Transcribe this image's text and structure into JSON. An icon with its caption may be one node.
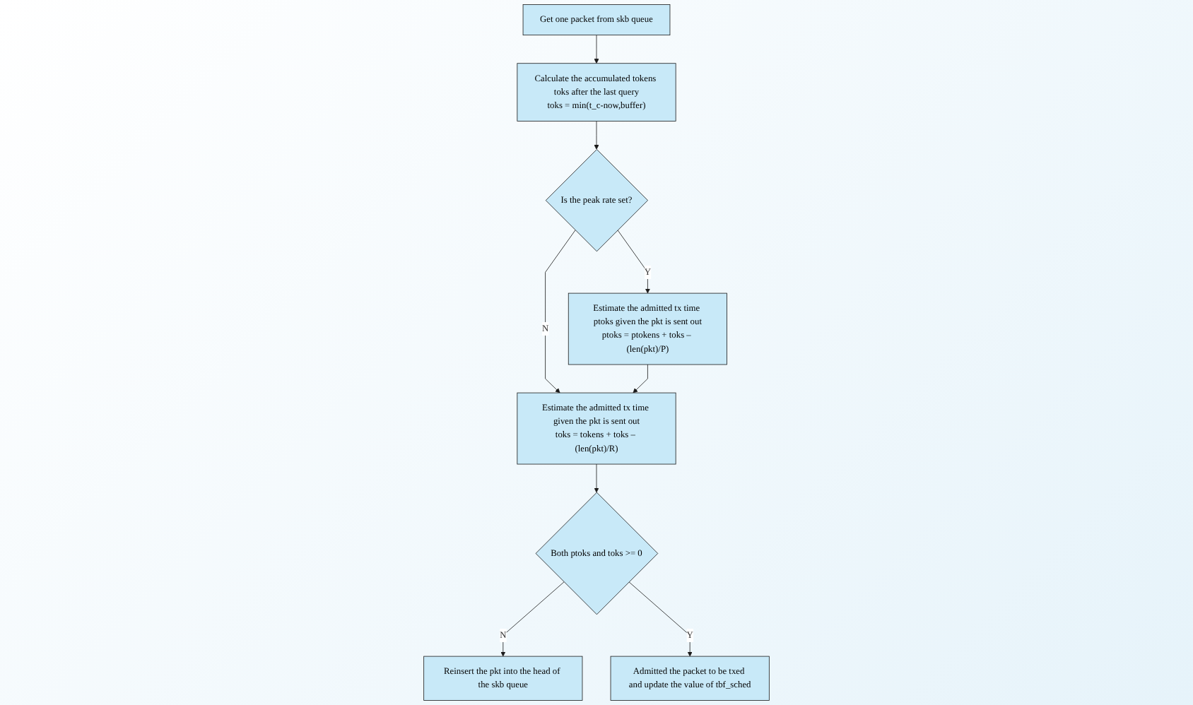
{
  "diagram": {
    "nodes": [
      {
        "text": [
          "Get one packet from skb queue"
        ]
      },
      {
        "text": [
          "Calculate the accumulated tokens toks after the last query",
          "toks = min(t_c-now,buffer)"
        ]
      },
      {
        "text": [
          "Is the peak rate set?"
        ]
      },
      {
        "text": [
          "Estimate the admitted tx time ptoks given the pkt is sent out",
          "ptoks = ptokens + toks – (len(pkt)/P)"
        ]
      },
      {
        "text": [
          "Estimate the admitted tx time given the pkt is sent out",
          "toks = tokens + toks – (len(pkt)/R)"
        ]
      },
      {
        "text": [
          "Both ptoks and toks >= 0"
        ]
      },
      {
        "text": [
          "Reinsert the pkt into the head of the skb queue"
        ]
      },
      {
        "text": [
          "Admitted the packet to be txed and update the value of tbf_sched"
        ]
      }
    ],
    "edges": [
      {
        "from": 0,
        "to": 1,
        "arrow": "to"
      },
      {
        "from": 1,
        "to": 2,
        "arrow": "to"
      },
      {
        "from": 2,
        "to": 3,
        "arrow": "to",
        "label": "Y"
      },
      {
        "from": 2,
        "to": 4,
        "arrow": "to",
        "label": "N"
      },
      {
        "from": 3,
        "to": 4,
        "arrow": "to"
      },
      {
        "from": 4,
        "to": 5,
        "arrow": "to"
      },
      {
        "from": 5,
        "to": 6,
        "arrow": "to",
        "label": "N"
      },
      {
        "from": 5,
        "to": 7,
        "arrow": "to",
        "label": "Y"
      }
    ]
  }
}
